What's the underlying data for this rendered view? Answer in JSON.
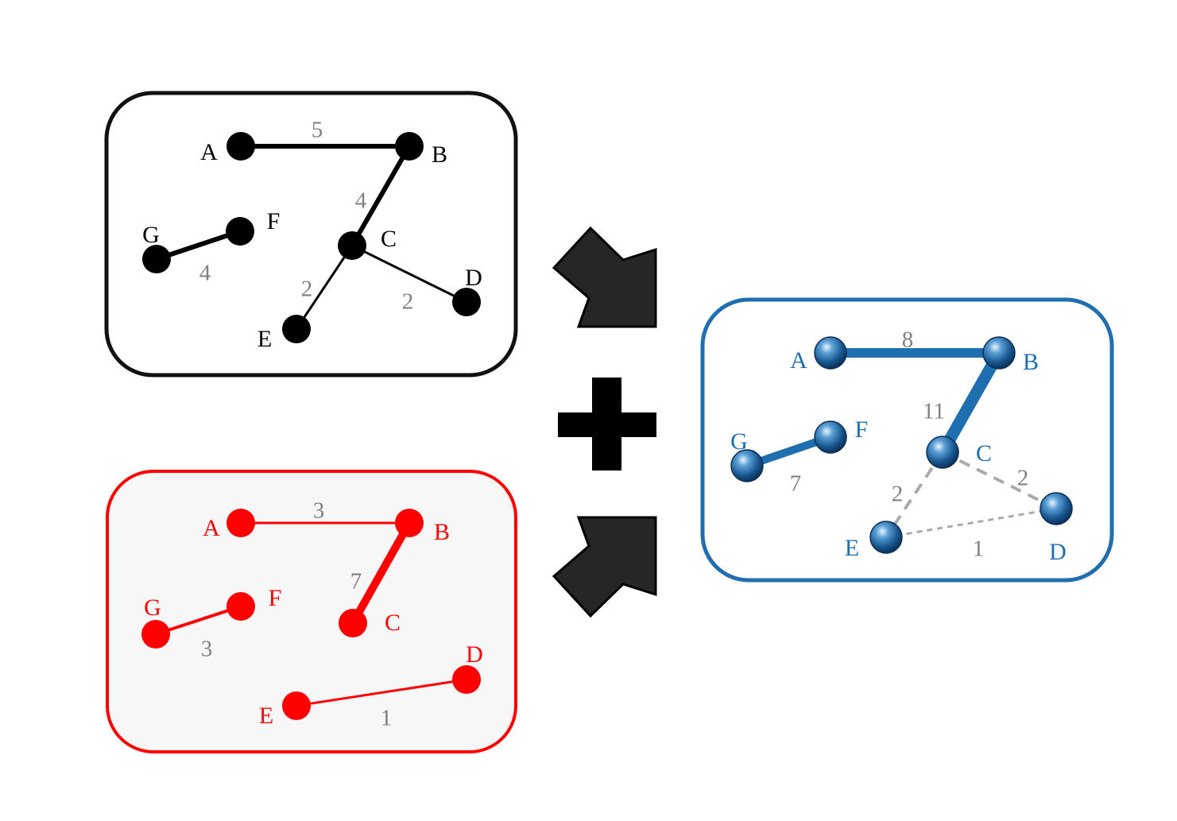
{
  "graphs": [
    {
      "id": "black",
      "color": "#000000",
      "panel_fill": "#ffffff",
      "nodes": [
        {
          "id": "A",
          "label": "A"
        },
        {
          "id": "B",
          "label": "B"
        },
        {
          "id": "C",
          "label": "C"
        },
        {
          "id": "D",
          "label": "D"
        },
        {
          "id": "E",
          "label": "E"
        },
        {
          "id": "F",
          "label": "F"
        },
        {
          "id": "G",
          "label": "G"
        }
      ],
      "edges": [
        {
          "from": "A",
          "to": "B",
          "weight": "5"
        },
        {
          "from": "B",
          "to": "C",
          "weight": "4"
        },
        {
          "from": "G",
          "to": "F",
          "weight": "4"
        },
        {
          "from": "C",
          "to": "E",
          "weight": "2"
        },
        {
          "from": "C",
          "to": "D",
          "weight": "2"
        }
      ]
    },
    {
      "id": "red",
      "color": "#ff0000",
      "panel_fill": "#f7f7f7",
      "nodes": [
        {
          "id": "A",
          "label": "A"
        },
        {
          "id": "B",
          "label": "B"
        },
        {
          "id": "C",
          "label": "C"
        },
        {
          "id": "D",
          "label": "D"
        },
        {
          "id": "E",
          "label": "E"
        },
        {
          "id": "F",
          "label": "F"
        },
        {
          "id": "G",
          "label": "G"
        }
      ],
      "edges": [
        {
          "from": "A",
          "to": "B",
          "weight": "3"
        },
        {
          "from": "B",
          "to": "C",
          "weight": "7"
        },
        {
          "from": "G",
          "to": "F",
          "weight": "3"
        },
        {
          "from": "E",
          "to": "D",
          "weight": "1"
        }
      ]
    },
    {
      "id": "blue",
      "color": "#1f6fb0",
      "panel_fill": "#ffffff",
      "nodes": [
        {
          "id": "A",
          "label": "A"
        },
        {
          "id": "B",
          "label": "B"
        },
        {
          "id": "C",
          "label": "C"
        },
        {
          "id": "D",
          "label": "D"
        },
        {
          "id": "E",
          "label": "E"
        },
        {
          "id": "F",
          "label": "F"
        },
        {
          "id": "G",
          "label": "G"
        }
      ],
      "edges": [
        {
          "from": "A",
          "to": "B",
          "weight": "8",
          "style": "solid"
        },
        {
          "from": "B",
          "to": "C",
          "weight": "11",
          "style": "solid"
        },
        {
          "from": "G",
          "to": "F",
          "weight": "7",
          "style": "solid"
        },
        {
          "from": "C",
          "to": "E",
          "weight": "2",
          "style": "dashed"
        },
        {
          "from": "C",
          "to": "D",
          "weight": "2",
          "style": "dashed"
        },
        {
          "from": "E",
          "to": "D",
          "weight": "1",
          "style": "dotted"
        }
      ]
    }
  ],
  "colors": {
    "weight_text": "#808080",
    "arrow_fill": "#262626",
    "dashed_edge": "#aaaaaa",
    "plus": "#000000"
  },
  "icons": {
    "plus": "plus-icon",
    "arrow_down_right": "arrow-down-right-icon",
    "arrow_up_right": "arrow-up-right-icon"
  }
}
